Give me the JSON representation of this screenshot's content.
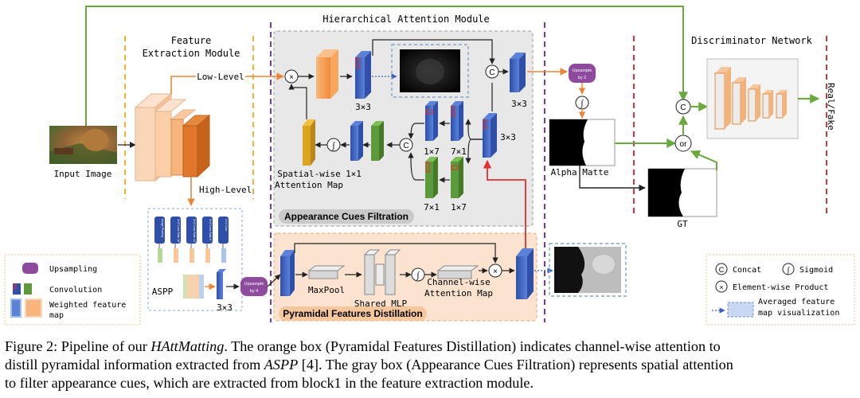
{
  "modules": {
    "hierarchical_attention": "Hierarchical Attention Module",
    "feature_extraction_line1": "Feature",
    "feature_extraction_line2": "Extraction Module",
    "discriminator": "Discriminator Network",
    "appearance_cues": "Appearance Cues Filtration",
    "pyramidal_features": "Pyramidal Features Distillation",
    "aspp": "ASPP"
  },
  "labels": {
    "input_image": "Input Image",
    "low_level": "Low-Level",
    "high_level": "High-Level",
    "alpha_matte": "Alpha Matte",
    "gt": "GT",
    "real_fake": "Real/Fake",
    "spatial_attention_line1": "Spatial-wise",
    "spatial_attention_line2": "Attention Map",
    "channel_attention_line1": "Channel-wise",
    "channel_attention_line2": "Attention Map",
    "maxpool": "MaxPool",
    "shared_mlp": "Shared MLP",
    "upsample_by2_line1": "Upsample",
    "upsample_by2_line2": "by 2",
    "upsample_by4_line1": "Upsample",
    "upsample_by4_line2": "by 4",
    "k3x3_a": "3×3",
    "k3x3_b": "3×3",
    "k3x3_c": "3×3",
    "k3x3_aspp": "3×3",
    "k1x7_a": "1×7",
    "k7x1_a": "7×1",
    "k7x1_b": "7×1",
    "k1x7_b": "1×7",
    "k1x1": "1×1",
    "op_concat": "C",
    "op_or": "or",
    "op_multiply": "×",
    "op_sigmoid": "∫",
    "aspp_branches": [
      "Image Pooling",
      "3×3 Conv Rate 18",
      "3×3 Conv Rate 12",
      "3×3 Conv Rate 6",
      "1×1 Conv"
    ]
  },
  "legend_left": {
    "upsampling": "Upsampling",
    "convolution": "Convolution",
    "weighted_line1": "Weighted feature",
    "weighted_line2": "map"
  },
  "legend_right": {
    "concat": "Concat",
    "sigmoid": "Sigmoid",
    "product": "Element-wise Product",
    "averaged_line1": "Averaged feature",
    "averaged_line2": "map visualization",
    "concat_symbol": "C",
    "sigmoid_symbol": "∫",
    "product_symbol": "×"
  },
  "caption": {
    "line1_a": "Figure 2: Pipeline of our ",
    "line1_b": "HAttMatting",
    "line1_c": ". The orange box (Pyramidal Features Distillation) indicates channel-wise attention to",
    "line2_a": "distill pyramidal information extracted from ",
    "line2_b": "ASPP",
    "line2_c": " [4]. The gray box (Appearance Cues Filtration) represents spatial attention",
    "line3": "to filter appearance cues, which are extracted from block1 in the feature extraction module."
  },
  "colors": {
    "blue": "#3b5fc0",
    "green": "#5c9a3c",
    "orange": "#f29a4a",
    "purple": "#8e4b9e",
    "gold": "#d9a520",
    "gray_box": "#e6e6e6",
    "orange_box": "#fbe3cf",
    "red_arrow": "#e03030",
    "green_line": "#6aaa3c"
  }
}
